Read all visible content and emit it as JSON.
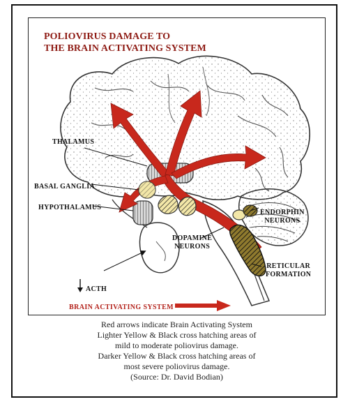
{
  "title": {
    "line1": "POLIOVIRUS DAMAGE TO",
    "line2": "THE BRAIN ACTIVATING SYSTEM"
  },
  "labels": {
    "thalamus": "THALAMUS",
    "basal_ganglia": "BASAL GANGLIA",
    "hypothalamus": "HYPOTHALAMUS",
    "endorphin": "ENDORPHIN",
    "endorphin_neurons": "NEURONS",
    "dopamine": "DOPAMINE",
    "dopamine_neurons": "NEURONS",
    "reticular": "RETICULAR",
    "formation": "FORMATION",
    "acth": "ACTH"
  },
  "legend": {
    "label": "BRAIN ACTIVATING SYSTEM"
  },
  "caption": {
    "line1": "Red arrows indicate Brain Activating System",
    "line2": "Lighter Yellow & Black cross hatching areas of",
    "line3": "mild to moderate poliovirus damage.",
    "line4": "Darker Yellow & Black cross hatching areas of",
    "line5": "most severe poliovirus damage.",
    "line6": "(Source: Dr. David Bodian)"
  },
  "colors": {
    "arrow_red": "#c8281c",
    "title_red": "#8e1b14",
    "light_yellow": "#f3e7a8",
    "dark_yellow": "#8f7a2e"
  }
}
